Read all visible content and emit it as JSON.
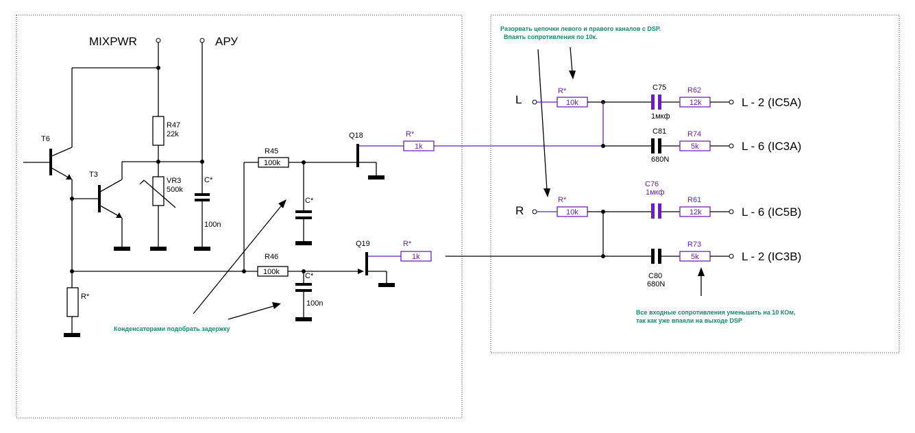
{
  "nets": {
    "mixpwr": "MIXPWR",
    "apy": "АРУ",
    "L_in": "L",
    "R_in": "R",
    "out_l2_ic5a": "L - 2 (IC5A)",
    "out_l6_ic3a": "L - 6 (IC3A)",
    "out_l6_ic5b": "L - 6  (IC5B)",
    "out_l2_ic3b": "L - 2  (IC3B)"
  },
  "components": {
    "t6": "T6",
    "t3": "T3",
    "q18": "Q18",
    "q19": "Q19",
    "r47_name": "R47",
    "r47_val": "22k",
    "vr3_name": "VR3",
    "vr3_val": "500k",
    "c_star_1": "C*",
    "c_100n_1": "100n",
    "r45_name": "R45",
    "r45_val": "100k",
    "r46_name": "R46",
    "r46_val": "100k",
    "c_star_2": "C*",
    "c_star_3": "C*",
    "c_100n_3": "100n",
    "r_star_left": "R*",
    "r_star_q18": "R*",
    "r_q18_val": "1k",
    "r_star_q19": "R*",
    "r_q19_val": "1k",
    "r_star_L": "R*",
    "r_L_val": "10k",
    "r_star_R": "R*",
    "r_R_val": "10k",
    "c75_name": "C75",
    "c75_val": "1мкф",
    "r62_name": "R62",
    "r62_val": "12k",
    "c81_name": "C81",
    "c81_val": "680N",
    "r74_name": "R74",
    "r74_val": "5k",
    "c76_name": "C76",
    "c76_val": "1мкф",
    "r61_name": "R61",
    "r61_val": "12k",
    "c80_name": "C80",
    "c80_val": "680N",
    "r73_name": "R73",
    "r73_val": "5k"
  },
  "notes": {
    "top_line1": "Разорвать цепочки левого и правого каналов с DSP.",
    "top_line2": "Впаять сопротивления по 10к.",
    "capacitors": "Конденсаторами подобрать задержку",
    "bottom_line1": "Все входные сопротивления уменьшить на 10 КОм,",
    "bottom_line2": "так как уже впаяли на выходе DSP"
  },
  "colors": {
    "wire": "#000000",
    "modified_parts": "#6a1fb8",
    "note_text": "#1a8a6c"
  }
}
